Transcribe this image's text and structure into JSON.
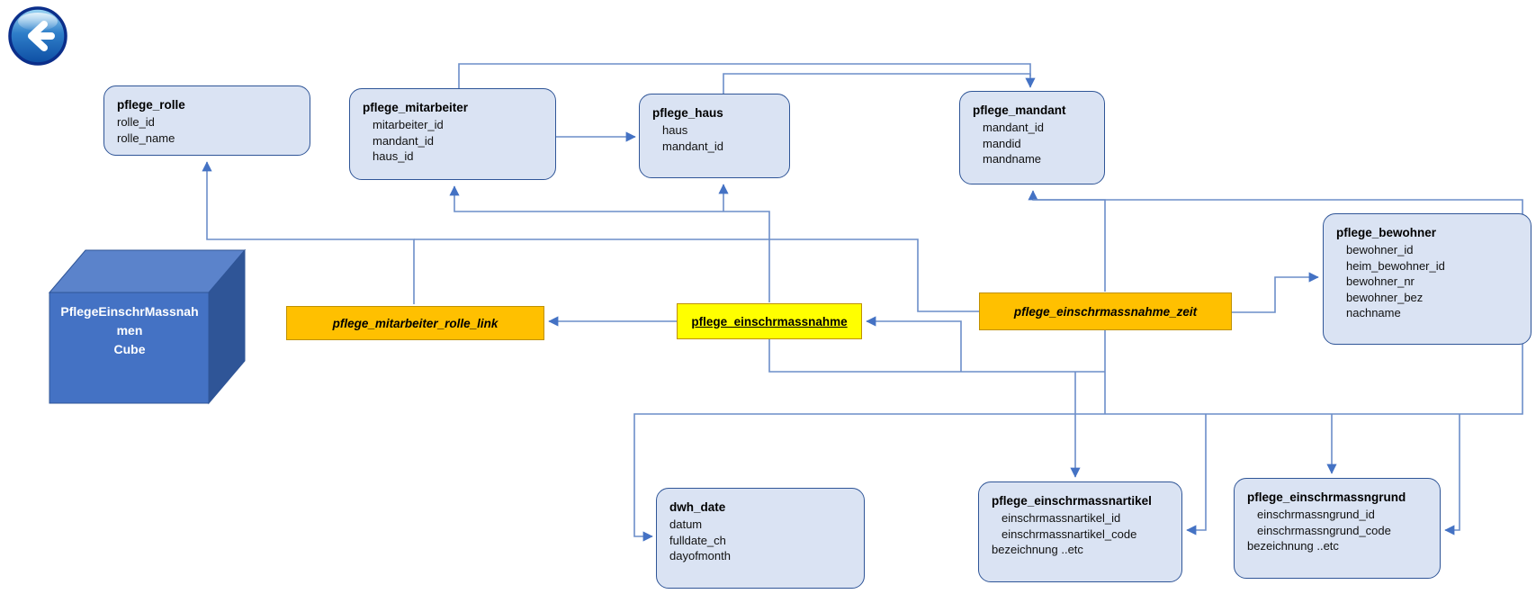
{
  "back_button": {
    "name": "back"
  },
  "cube": {
    "line1": "PflegeEinschrMassnah",
    "line2": "men",
    "line3": "Cube"
  },
  "entities": {
    "rolle": {
      "title": "pflege_rolle",
      "fields": [
        "rolle_id",
        "rolle_name"
      ]
    },
    "mitarbeiter": {
      "title": "pflege_mitarbeiter",
      "fields": [
        "mitarbeiter_id",
        "mandant_id",
        "haus_id"
      ]
    },
    "haus": {
      "title": "pflege_haus",
      "fields": [
        "haus",
        "mandant_id"
      ]
    },
    "mandant": {
      "title": "pflege_mandant",
      "fields": [
        "mandant_id",
        "mandid",
        "mandname"
      ]
    },
    "bewohner": {
      "title": "pflege_bewohner",
      "fields": [
        "bewohner_id",
        "heim_bewohner_id",
        "bewohner_nr",
        "bewohner_bez",
        "nachname"
      ]
    },
    "dwh_date": {
      "title": "dwh_date",
      "fields": [
        "datum",
        "fulldate_ch",
        "dayofmonth"
      ]
    },
    "artikel": {
      "title": "pflege_einschrmassnartikel",
      "fields": [
        "einschrmassnartikel_id",
        "einschrmassnartikel_code",
        "bezeichnung ..etc"
      ]
    },
    "grund": {
      "title": "pflege_einschrmassngrund",
      "fields": [
        "einschrmassngrund_id",
        "einschrmassngrund_code",
        "bezeichnung ..etc"
      ]
    }
  },
  "links": {
    "mitarbeiter_rolle_link": {
      "label": "pflege_mitarbeiter_rolle_link"
    },
    "einschrmassnahme": {
      "label": "pflege_einschrmassnahme"
    },
    "einschrmassnahme_zeit": {
      "label": "pflege_einschrmassnahme_zeit"
    }
  },
  "colors": {
    "entity_fill": "#dae3f3",
    "entity_border": "#2f5597",
    "link_orange": "#ffc000",
    "link_orange_border": "#bf9000",
    "highlight_yellow": "#ffff00",
    "connector": "#6c8ec9",
    "arrowhead": "#4472c4",
    "cube_front": "#4472c4",
    "cube_top": "#5b83cb",
    "cube_side": "#2f5597"
  }
}
